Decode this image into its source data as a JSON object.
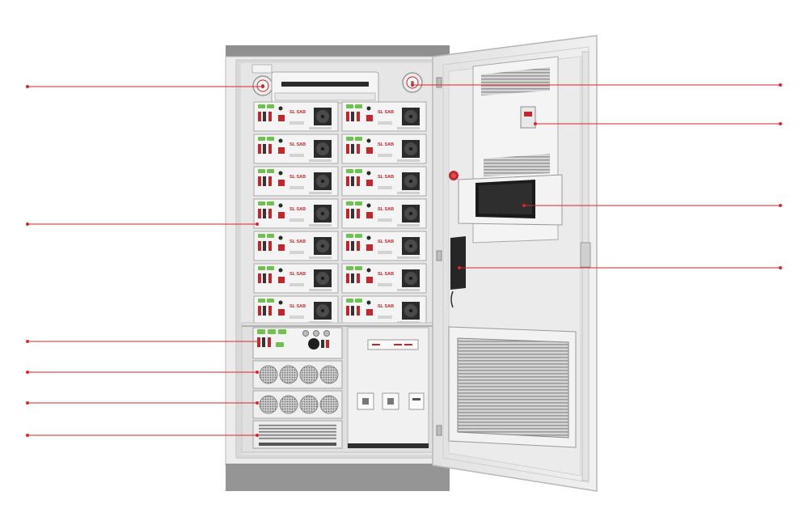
{
  "image": {
    "subject": "outdoor-battery-energy-storage-cabinet",
    "door_state": "open",
    "accent_color": "#d9262c",
    "cabinet_color": "#e9e9e9",
    "frame_color": "#9a9a9a"
  },
  "modules": {
    "brand_text": "SL SAB",
    "columns": 2,
    "rows": 7
  },
  "callouts": {
    "left_count": 6,
    "right_count": 4
  }
}
